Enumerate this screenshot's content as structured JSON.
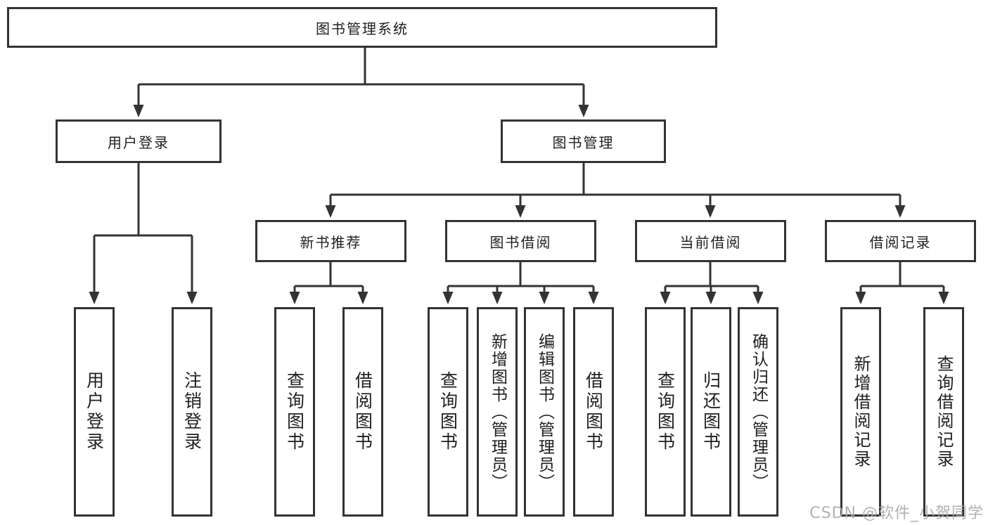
{
  "page": {
    "title": "图书管理系统功能结构图",
    "background": "#ffffff"
  },
  "colors": {
    "line": "#333333",
    "box_border": "#333333",
    "box_fill": "#ffffff",
    "text": "#1f1f1f",
    "watermark": "#a9a9a9"
  },
  "diagram": {
    "root": {
      "label": "图书管理系统"
    },
    "level2": [
      {
        "label": "用户登录"
      },
      {
        "label": "图书管理"
      }
    ],
    "level3": [
      {
        "label": "新书推荐"
      },
      {
        "label": "图书借阅"
      },
      {
        "label": "当前借阅"
      },
      {
        "label": "借阅记录"
      }
    ],
    "leaves": [
      {
        "label": "用户登录"
      },
      {
        "label": "注销登录"
      },
      {
        "label": "查询图书"
      },
      {
        "label": "借阅图书"
      },
      {
        "label": "查询图书"
      },
      {
        "label": "新增图书（管理员）"
      },
      {
        "label": "编辑图书（管理员）"
      },
      {
        "label": "借阅图书"
      },
      {
        "label": "查询图书"
      },
      {
        "label": "归还图书"
      },
      {
        "label": "确认归还（管理员）"
      },
      {
        "label": "新增借阅记录"
      },
      {
        "label": "查询借阅记录"
      }
    ]
  },
  "watermark": {
    "text": "CSDN @软件_小贺同学"
  }
}
